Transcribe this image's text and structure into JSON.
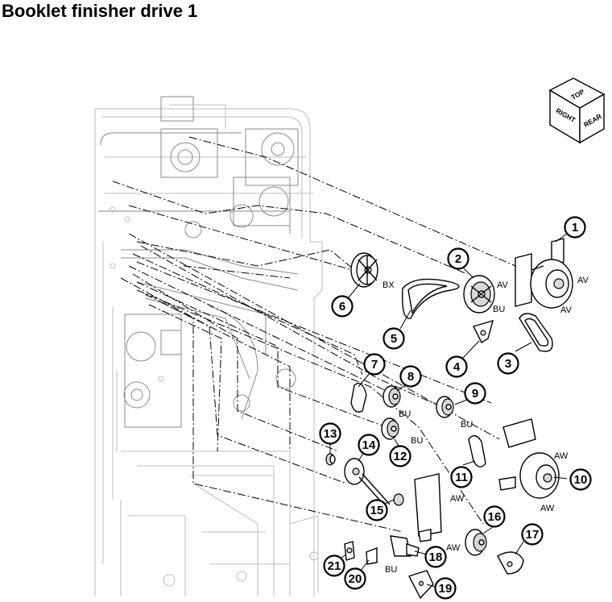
{
  "title": "Booklet finisher drive 1",
  "orientation_cube": {
    "top": "TOP",
    "right": "RIGHT",
    "rear": "REAR"
  },
  "callouts": [
    {
      "number": "1"
    },
    {
      "number": "2"
    },
    {
      "number": "3"
    },
    {
      "number": "4"
    },
    {
      "number": "5"
    },
    {
      "number": "6"
    },
    {
      "number": "7"
    },
    {
      "number": "8"
    },
    {
      "number": "9"
    },
    {
      "number": "10"
    },
    {
      "number": "11"
    },
    {
      "number": "12"
    },
    {
      "number": "13"
    },
    {
      "number": "14"
    },
    {
      "number": "15"
    },
    {
      "number": "16"
    },
    {
      "number": "17"
    },
    {
      "number": "18"
    },
    {
      "number": "19"
    },
    {
      "number": "20"
    },
    {
      "number": "21"
    }
  ],
  "codes": {
    "av_right": "AV",
    "av_left": "AV",
    "av_bottom": "AV",
    "bx": "BX",
    "bu_2": "BU",
    "bu_8": "BU",
    "bu_12": "BU",
    "bu_9": "BU",
    "bu_20": "BU",
    "aw_10": "AW",
    "aw_10b": "AW",
    "aw_bracket": "AW",
    "aw_16": "AW"
  }
}
